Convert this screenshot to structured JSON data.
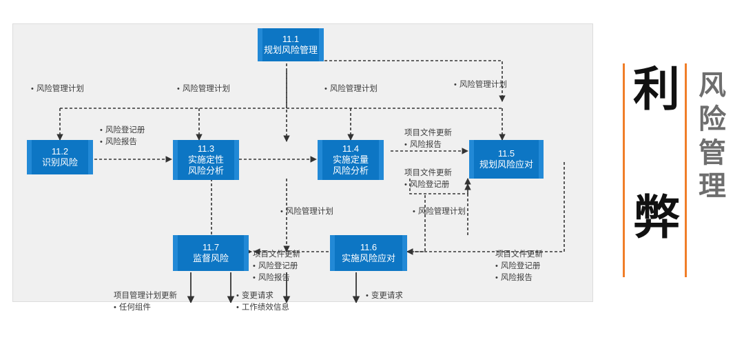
{
  "diagram": {
    "title": "风险管理",
    "type": "process-flow",
    "background": "#f0f0f0",
    "node_color": "#0d76c4",
    "node_edge_color": "#2289d6",
    "accent_color": "#f07d28",
    "nodes": [
      {
        "id": "11.1",
        "number": "11.1",
        "name": "规划风险管理",
        "lines": [
          "规划风险管理"
        ]
      },
      {
        "id": "11.2",
        "number": "11.2",
        "name": "识别风险",
        "lines": [
          "识别风险"
        ]
      },
      {
        "id": "11.3",
        "number": "11.3",
        "name": "实施定性风险分析",
        "lines": [
          "实施定性",
          "风险分析"
        ]
      },
      {
        "id": "11.4",
        "number": "11.4",
        "name": "实施定量风险分析",
        "lines": [
          "实施定量",
          "风险分析"
        ]
      },
      {
        "id": "11.5",
        "number": "11.5",
        "name": "规划风险应对",
        "lines": [
          "规划风险应对"
        ]
      },
      {
        "id": "11.6",
        "number": "11.6",
        "name": "实施风险应对",
        "lines": [
          "实施风险应对"
        ]
      },
      {
        "id": "11.7",
        "number": "11.7",
        "name": "监督风险",
        "lines": [
          "监督风险"
        ]
      }
    ],
    "annotations": [
      {
        "id": "a1",
        "header": "",
        "bullets": [
          "风险管理计划"
        ]
      },
      {
        "id": "a2",
        "header": "",
        "bullets": [
          "风险管理计划"
        ]
      },
      {
        "id": "a3",
        "header": "",
        "bullets": [
          "风险管理计划"
        ]
      },
      {
        "id": "a4",
        "header": "",
        "bullets": [
          "风险管理计划"
        ]
      },
      {
        "id": "a5",
        "header": "",
        "bullets": [
          "风险登记册",
          "风险报告"
        ]
      },
      {
        "id": "a6",
        "header": "项目文件更新",
        "bullets": [
          "风险报告"
        ]
      },
      {
        "id": "a7",
        "header": "项目文件更新",
        "bullets": [
          "风险登记册"
        ]
      },
      {
        "id": "a8",
        "header": "",
        "bullets": [
          "风险管理计划"
        ]
      },
      {
        "id": "a9",
        "header": "",
        "bullets": [
          "风险管理计划"
        ]
      },
      {
        "id": "a10",
        "header": "项目文件更新",
        "bullets": [
          "风险登记册",
          "风险报告"
        ]
      },
      {
        "id": "a11",
        "header": "项目文件更新",
        "bullets": [
          "风险登记册",
          "风险报告"
        ]
      },
      {
        "id": "a12",
        "header": "项目管理计划更新",
        "bullets": [
          "任何组件"
        ]
      },
      {
        "id": "a13",
        "header": "",
        "bullets": [
          "变更请求",
          "工作绩效信息"
        ]
      },
      {
        "id": "a14",
        "header": "",
        "bullets": [
          "变更请求"
        ]
      }
    ]
  },
  "brand": {
    "word_top": "利",
    "word_bottom": "弊",
    "vertical_title": [
      "风",
      "险",
      "管",
      "理"
    ],
    "rule_color": "#f07d28"
  }
}
